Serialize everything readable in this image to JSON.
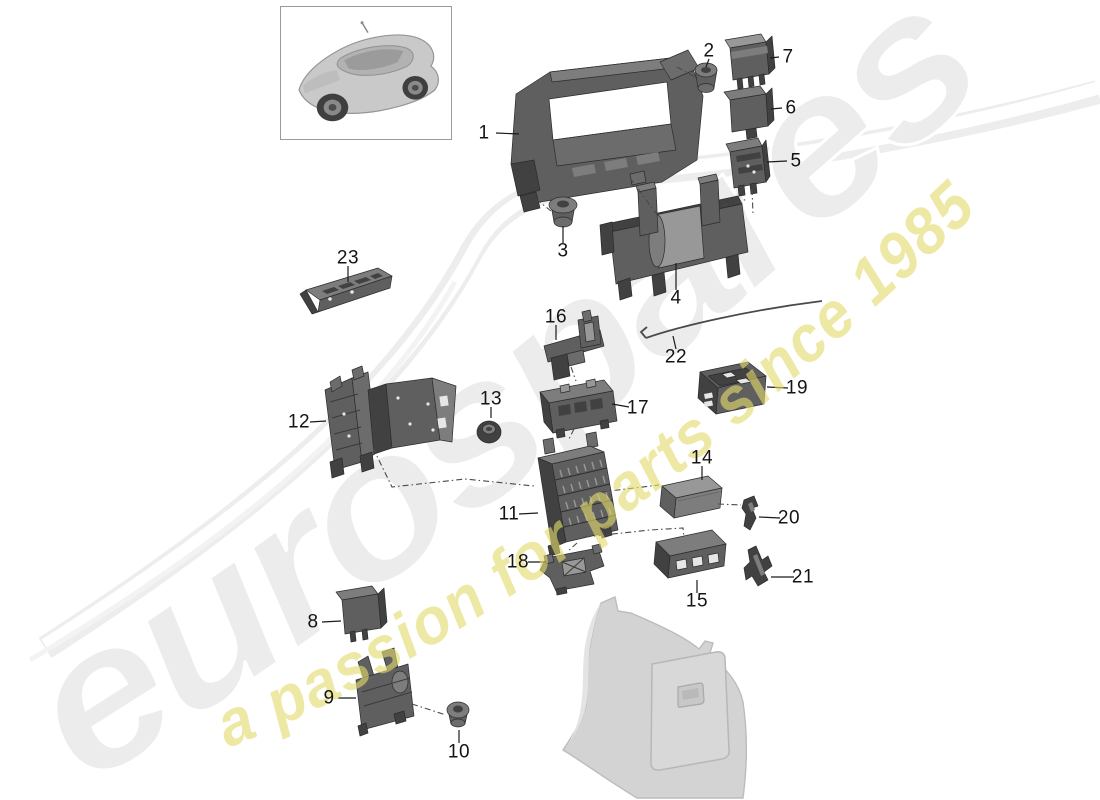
{
  "watermark": {
    "brand": "eurospares",
    "tagline": "a passion for parts since 1985",
    "brand_color": "#ececec",
    "tagline_color": "#e4da6e"
  },
  "callouts": [
    {
      "num": "1"
    },
    {
      "num": "2"
    },
    {
      "num": "3"
    },
    {
      "num": "4"
    },
    {
      "num": "5"
    },
    {
      "num": "6"
    },
    {
      "num": "7"
    },
    {
      "num": "8"
    },
    {
      "num": "9"
    },
    {
      "num": "10"
    },
    {
      "num": "11"
    },
    {
      "num": "12"
    },
    {
      "num": "13"
    },
    {
      "num": "14"
    },
    {
      "num": "15"
    },
    {
      "num": "16"
    },
    {
      "num": "17"
    },
    {
      "num": "18"
    },
    {
      "num": "19"
    },
    {
      "num": "20"
    },
    {
      "num": "21"
    },
    {
      "num": "22"
    },
    {
      "num": "23"
    }
  ]
}
